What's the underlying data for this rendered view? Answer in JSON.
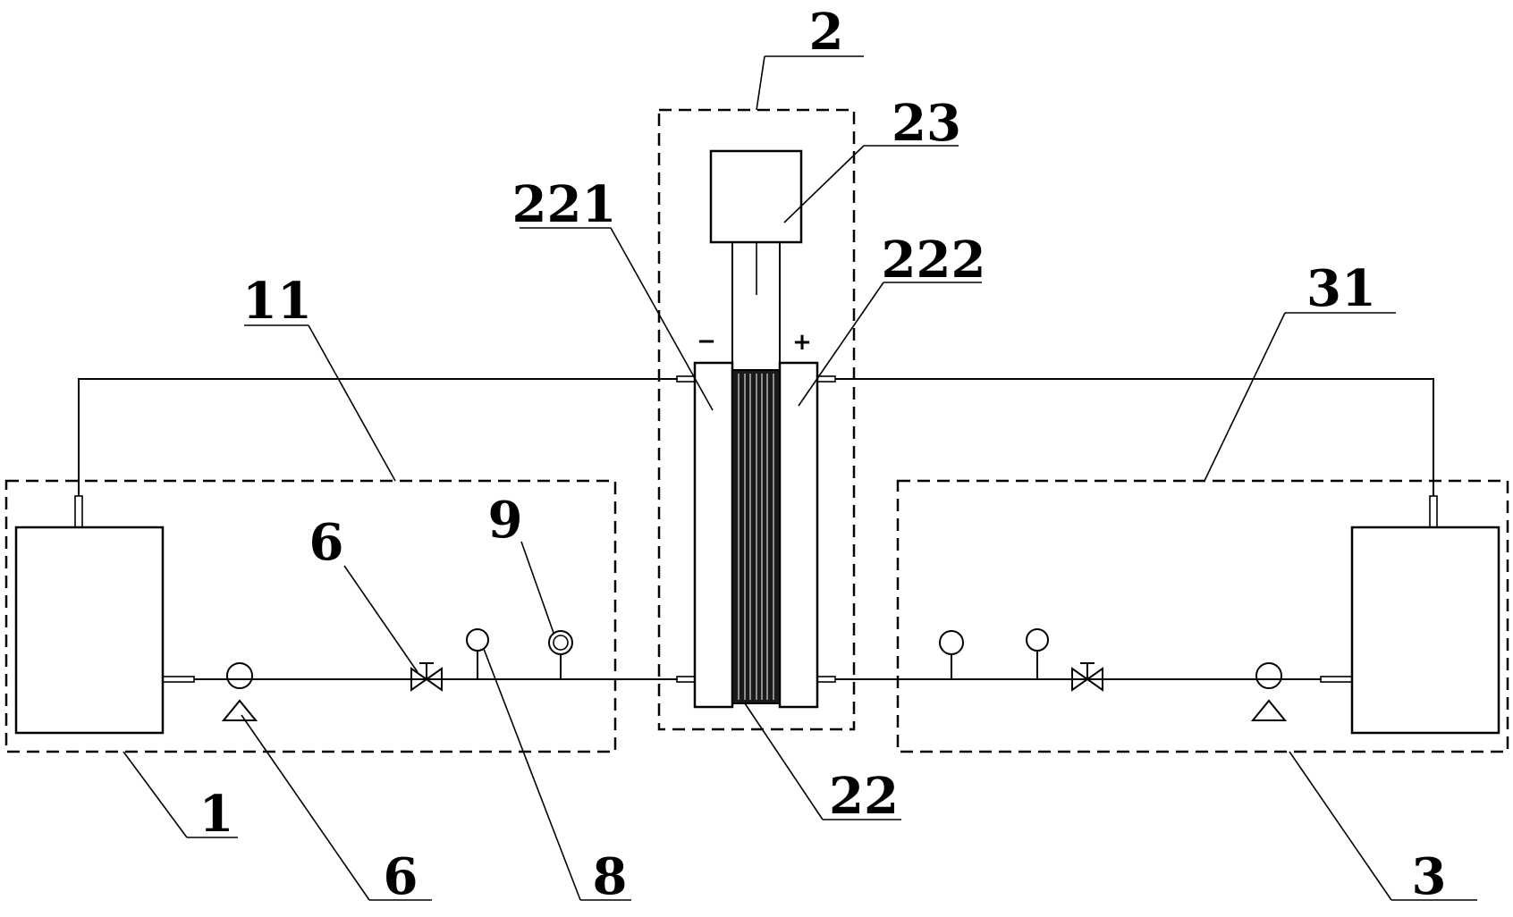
{
  "labels": {
    "l2": "2",
    "l23": "23",
    "l221": "221",
    "l222": "222",
    "l11": "11",
    "l31": "31",
    "l6_top": "6",
    "l9": "9",
    "l22": "22",
    "l1": "1",
    "l6_bottom": "6",
    "l8": "8",
    "l3": "3"
  },
  "polarity": {
    "negative": "−",
    "positive": "+"
  }
}
